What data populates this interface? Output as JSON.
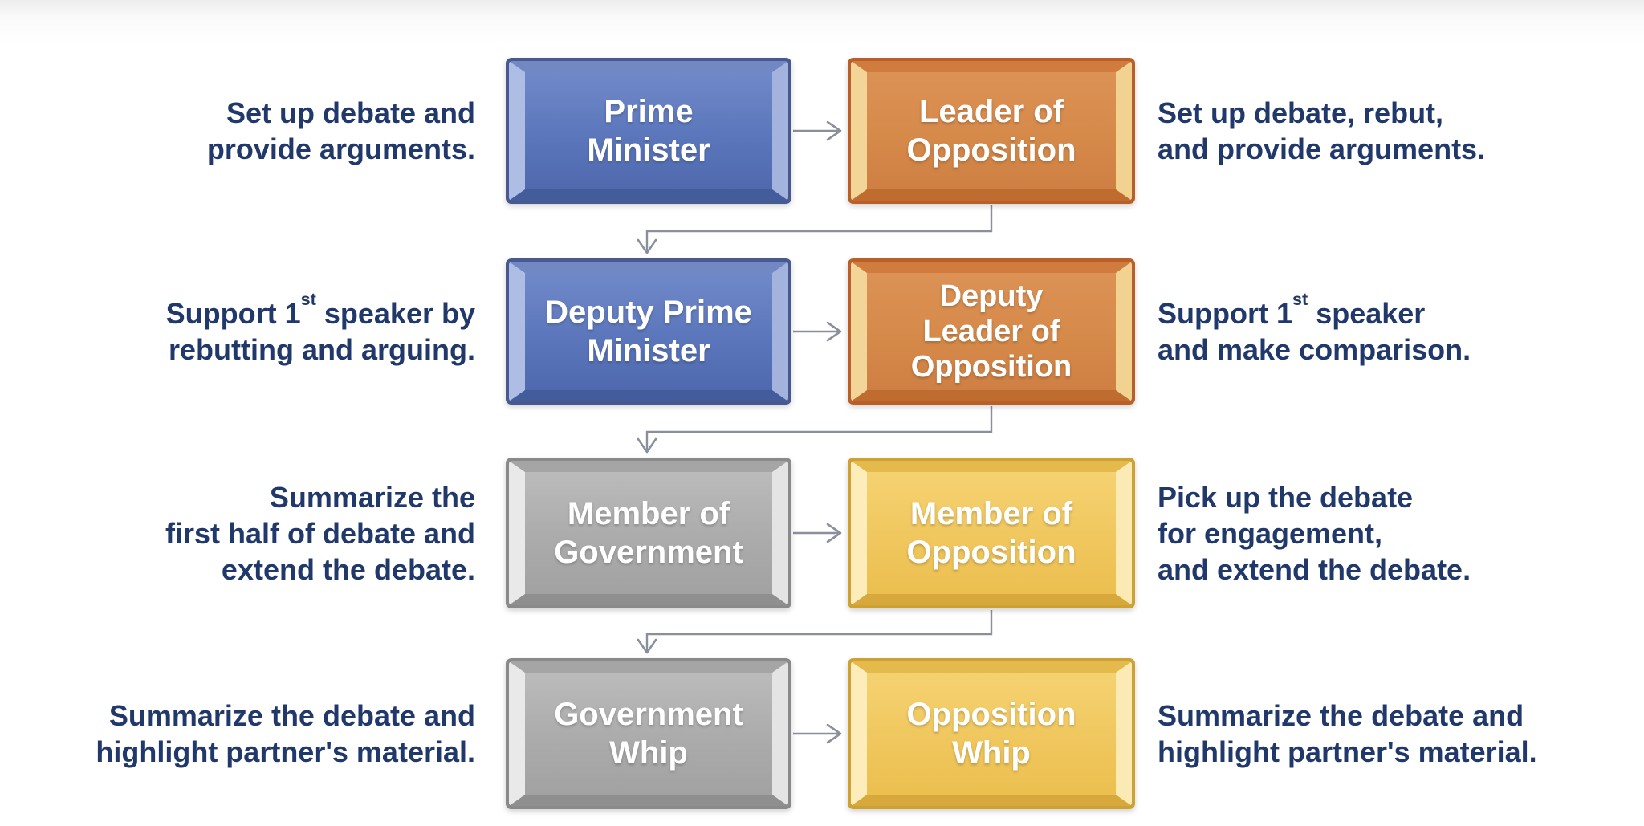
{
  "diagram": {
    "type": "flowchart",
    "description_text_color": "#21386b",
    "connector_color": "#8a8f9b",
    "themes": {
      "blue": "#5b76bb",
      "orange": "#d58949",
      "silver": "#ababab",
      "gold": "#f0c75e"
    },
    "rows": [
      {
        "left_description": [
          "Set up debate and",
          "provide arguments."
        ],
        "government": {
          "role": "Prime Minister",
          "label_lines": [
            "Prime",
            "Minister"
          ],
          "theme": "blue"
        },
        "opposition": {
          "role": "Leader of Opposition",
          "label_lines": [
            "Leader of",
            "Opposition"
          ],
          "theme": "orange"
        },
        "right_description": [
          "Set up debate, rebut,",
          "and provide arguments."
        ]
      },
      {
        "left_description": [
          "Support 1st speaker by",
          "rebutting and arguing."
        ],
        "government": {
          "role": "Deputy Prime Minister",
          "label_lines": [
            "Deputy Prime",
            "Minister"
          ],
          "theme": "blue"
        },
        "opposition": {
          "role": "Deputy Leader of Opposition",
          "label_lines": [
            "Deputy",
            "Leader of",
            "Opposition"
          ],
          "theme": "orange"
        },
        "right_description": [
          "Support 1st speaker",
          "and make comparison."
        ]
      },
      {
        "left_description": [
          "Summarize the",
          "first half of debate and",
          "extend the debate."
        ],
        "government": {
          "role": "Member of Government",
          "label_lines": [
            "Member of",
            "Government"
          ],
          "theme": "silver"
        },
        "opposition": {
          "role": "Member of Opposition",
          "label_lines": [
            "Member of",
            "Opposition"
          ],
          "theme": "gold"
        },
        "right_description": [
          "Pick up the debate",
          "for engagement,",
          "and extend the debate."
        ]
      },
      {
        "left_description": [
          "Summarize the debate and",
          "highlight partner's material."
        ],
        "government": {
          "role": "Government Whip",
          "label_lines": [
            "Government",
            "Whip"
          ],
          "theme": "silver"
        },
        "opposition": {
          "role": "Opposition Whip",
          "label_lines": [
            "Opposition",
            "Whip"
          ],
          "theme": "gold"
        },
        "right_description": [
          "Summarize the debate and",
          "highlight partner's material."
        ]
      }
    ]
  }
}
